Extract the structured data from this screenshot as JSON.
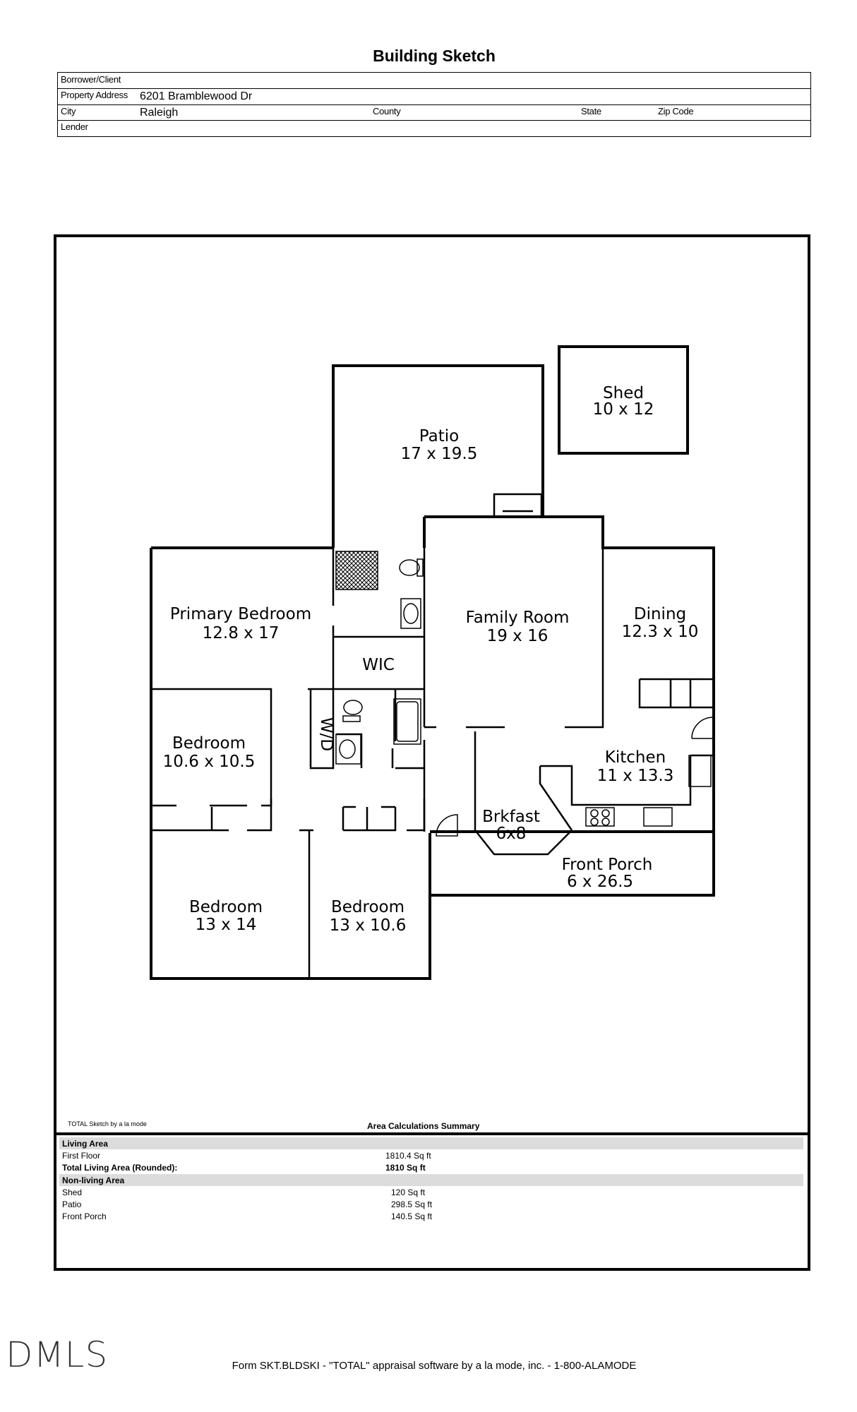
{
  "title": "Building Sketch",
  "header": {
    "borrower_label": "Borrower/Client",
    "address_label": "Property Address",
    "address_value": "6201 Bramblewood Dr",
    "city_label": "City",
    "city_value": "Raleigh",
    "county_label": "County",
    "state_label": "State",
    "zip_label": "Zip Code",
    "lender_label": "Lender"
  },
  "rooms": {
    "patio_name": "Patio",
    "patio_dim": "17 x 19.5",
    "shed_name": "Shed",
    "shed_dim": "10 x 12",
    "primary_name": "Primary Bedroom",
    "primary_dim": "12.8 x 17",
    "family_name": "Family Room",
    "family_dim": "19 x 16",
    "dining_name": "Dining",
    "dining_dim": "12.3 x 10",
    "wic": "WIC",
    "wd": "W/D",
    "bed1_name": "Bedroom",
    "bed1_dim": "10.6 x 10.5",
    "kitchen_name": "Kitchen",
    "kitchen_dim": "11 x 13.3",
    "brk_name": "Brkfast",
    "brk_dim": "6x8",
    "porch_name": "Front Porch",
    "porch_dim": "6 x 26.5",
    "bed2_name": "Bedroom",
    "bed2_dim": "13 x 14",
    "bed3_name": "Bedroom",
    "bed3_dim": "13 x 10.6"
  },
  "area": {
    "software_note": "TOTAL Sketch by a la mode",
    "summary_title": "Area Calculations Summary",
    "living_header": "Living Area",
    "first_floor_label": "First Floor",
    "first_floor_value": "1810.4 Sq ft",
    "total_label": "Total Living Area (Rounded):",
    "total_value": "1810 Sq ft",
    "nonliving_header": "Non-living Area",
    "shed_label": "Shed",
    "shed_value": "120 Sq ft",
    "patio_label": "Patio",
    "patio_value": "298.5 Sq ft",
    "porch_label": "Front Porch",
    "porch_value": "140.5 Sq ft"
  },
  "logo": "DMLS",
  "footer": "Form SKT.BLDSKI - \"TOTAL\" appraisal software by a la mode, inc. - 1-800-ALAMODE"
}
